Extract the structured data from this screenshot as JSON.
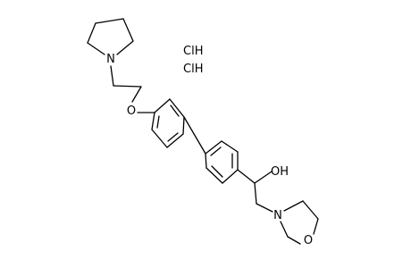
{
  "molecule": {
    "atoms": {
      "n_pyrrolidine": "N",
      "o_ether": "O",
      "oh": "OH",
      "n_morpholine": "N",
      "o_morpholine": "O"
    },
    "salts": [
      "ClH",
      "ClH"
    ]
  }
}
